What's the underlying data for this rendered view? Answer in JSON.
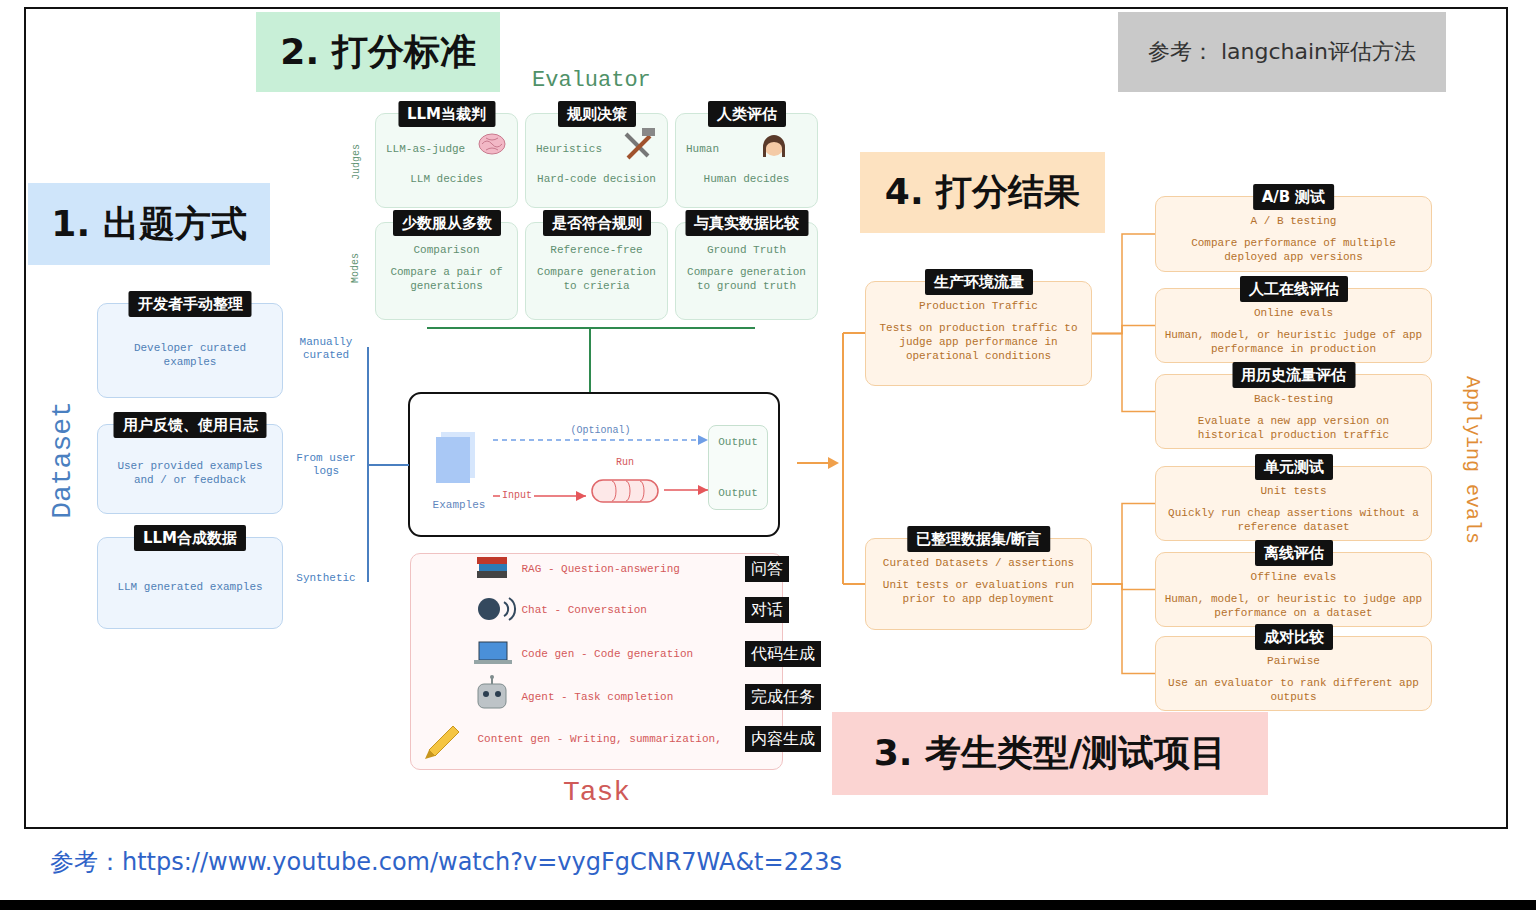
{
  "diagram": {
    "caption": "参考：https://www.youtube.com/watch?v=vygFgCNR7WA&t=223s",
    "nodes": [
      {
        "text": [
          "2. 打分标准"
        ]
      },
      {
        "text": [
          "参考： langchain评估方法"
        ]
      },
      {
        "text": [
          "1. 出题方式"
        ]
      },
      {
        "text": [
          "4. 打分结果"
        ]
      },
      {
        "text": [
          "3. 考生类型/测试项目"
        ]
      },
      {
        "text": [
          "LLM当裁判",
          "LLM-as-judge",
          "LLM decides"
        ]
      },
      {
        "text": [
          "规则决策",
          "Heuristics",
          "Hard-code decision"
        ]
      },
      {
        "text": [
          "人类评估",
          "Human",
          "Human decides"
        ]
      },
      {
        "text": [
          "少数服从多数",
          "Comparison",
          "Compare a pair of generations"
        ]
      },
      {
        "text": [
          "是否符合规则",
          "Reference-free",
          "Compare generation to crieria"
        ]
      },
      {
        "text": [
          "与真实数据比较",
          "Ground Truth",
          "Compare generation to ground truth"
        ]
      },
      {
        "text": [
          "开发者手动整理",
          "Developer curated examples"
        ]
      },
      {
        "text": [
          "用户反馈、使用日志",
          "User provided examples and / or feedback"
        ]
      },
      {
        "text": [
          "LLM合成数据",
          "LLM generated examples"
        ]
      },
      {
        "text": [
          "Examples"
        ]
      },
      {
        "text": [
          "Run"
        ]
      },
      {
        "text": [
          "Output",
          "Output"
        ]
      },
      {
        "text": [
          "Task"
        ]
      },
      {
        "text": [
          "RAG - Question-answering",
          "问答"
        ],
        "in": 17
      },
      {
        "text": [
          "Chat - Conversation",
          "对话"
        ],
        "in": 17
      },
      {
        "text": [
          "Code gen - Code generation",
          "代码生成"
        ],
        "in": 17
      },
      {
        "text": [
          "Agent - Task completion",
          "完成任务"
        ],
        "in": 17
      },
      {
        "text": [
          "Content gen - Writing, summarization,",
          "内容生成"
        ],
        "in": 17
      },
      {
        "text": [
          "生产环境流量",
          "Production Traffic",
          "Tests on production traffic to judge app performance in operational conditions"
        ]
      },
      {
        "text": [
          "A/B 测试",
          "A / B testing",
          "Compare performance of multiple deployed app versions"
        ]
      },
      {
        "text": [
          "人工在线评估",
          "Online evals",
          "Human, model, or heuristic judge of app performance in production"
        ]
      },
      {
        "text": [
          "用历史流量评估",
          "Back-testing",
          "Evaluate a new app version on historical production traffic"
        ]
      },
      {
        "text": [
          "已整理数据集/断言",
          "Curated Datasets / assertions",
          "Unit tests or evaluations run prior to app deployment"
        ]
      },
      {
        "text": [
          "单元测试",
          "Unit tests",
          "Quickly run cheap assertions without a reference dataset"
        ]
      },
      {
        "text": [
          "离线评估",
          "Offline evals",
          "Human, model, or heuristic to judge app performance on a dataset"
        ]
      },
      {
        "text": [
          "成对比较",
          "Pairwise",
          "Use an evaluator to rank different app outputs"
        ]
      }
    ],
    "edges": [
      {
        "from": 14,
        "to": 16,
        "label": "(Optional)",
        "arrow": "to"
      },
      {
        "from": 14,
        "to": 15,
        "label": "Input",
        "arrow": "to"
      },
      {
        "from": 15,
        "to": 16,
        "arrow": "to"
      },
      {
        "from": 23,
        "to": 24,
        "arrow": "none"
      },
      {
        "from": 23,
        "to": 25,
        "arrow": "none"
      },
      {
        "from": 23,
        "to": 26,
        "arrow": "none"
      },
      {
        "from": 27,
        "to": 28,
        "arrow": "none"
      },
      {
        "from": 27,
        "to": 29,
        "arrow": "none"
      },
      {
        "from": 27,
        "to": 30,
        "arrow": "none"
      }
    ],
    "labels": [
      "Evaluator",
      "Judges",
      "Modes",
      "Dataset",
      "Manually curated",
      "From user logs",
      "Synthetic",
      "Applying evals"
    ]
  }
}
